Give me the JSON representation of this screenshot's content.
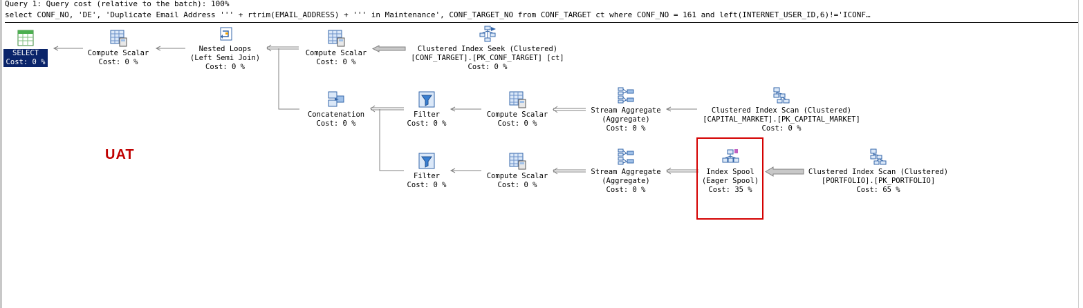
{
  "header": {
    "title": "Query 1: Query cost (relative to the batch): 100%",
    "sql": "select CONF_NO, 'DE', 'Duplicate Email Address ''' + rtrim(EMAIL_ADDRESS) + ''' in Maintenance', CONF_TARGET_NO from CONF_TARGET ct where CONF_NO = 161 and left(INTERNET_USER_ID,6)!='ICONF…"
  },
  "annotation": {
    "environment_label": "UAT",
    "color": "#c00000",
    "highlight_color": "#d40000"
  },
  "colors": {
    "selected_bg": "#0a246a",
    "selected_fg": "#ffffff",
    "edge": "#808080",
    "edge_fill": "#c8c8c8"
  },
  "nodes": [
    {
      "id": "select",
      "icon": "select-grid-icon",
      "lines": [
        "SELECT",
        "Cost: 0 %"
      ]
    },
    {
      "id": "compute-scalar-1",
      "icon": "calculator-icon",
      "lines": [
        "Compute Scalar",
        "Cost: 0 %"
      ]
    },
    {
      "id": "nested-loops",
      "icon": "nested-loops-icon",
      "lines": [
        "Nested Loops",
        "(Left Semi Join)",
        "Cost: 0 %"
      ]
    },
    {
      "id": "compute-scalar-2",
      "icon": "calculator-icon",
      "lines": [
        "Compute Scalar",
        "Cost: 0 %"
      ]
    },
    {
      "id": "clustered-index-seek",
      "icon": "index-seek-icon",
      "lines": [
        "Clustered Index Seek (Clustered)",
        "[CONF_TARGET].[PK_CONF_TARGET] [ct]",
        "Cost: 0 %"
      ]
    },
    {
      "id": "concatenation",
      "icon": "concatenation-icon",
      "lines": [
        "Concatenation",
        "Cost: 0 %"
      ]
    },
    {
      "id": "filter-1",
      "icon": "filter-icon",
      "lines": [
        "Filter",
        "Cost: 0 %"
      ]
    },
    {
      "id": "compute-scalar-3",
      "icon": "calculator-icon",
      "lines": [
        "Compute Scalar",
        "Cost: 0 %"
      ]
    },
    {
      "id": "stream-aggregate-1",
      "icon": "stream-aggregate-icon",
      "lines": [
        "Stream Aggregate",
        "(Aggregate)",
        "Cost: 0 %"
      ]
    },
    {
      "id": "clustered-index-scan-1",
      "icon": "index-scan-icon",
      "lines": [
        "Clustered Index Scan (Clustered)",
        "[CAPITAL_MARKET].[PK_CAPITAL_MARKET]",
        "Cost: 0 %"
      ]
    },
    {
      "id": "filter-2",
      "icon": "filter-icon",
      "lines": [
        "Filter",
        "Cost: 0 %"
      ]
    },
    {
      "id": "compute-scalar-4",
      "icon": "calculator-icon",
      "lines": [
        "Compute Scalar",
        "Cost: 0 %"
      ]
    },
    {
      "id": "stream-aggregate-2",
      "icon": "stream-aggregate-icon",
      "lines": [
        "Stream Aggregate",
        "(Aggregate)",
        "Cost: 0 %"
      ]
    },
    {
      "id": "index-spool",
      "icon": "index-spool-icon",
      "lines": [
        "Index Spool",
        "(Eager Spool)",
        "Cost: 35 %"
      ]
    },
    {
      "id": "clustered-index-scan-2",
      "icon": "index-scan-icon",
      "lines": [
        "Clustered Index Scan (Clustered)",
        "[PORTFOLIO].[PK_PORTFOLIO]",
        "Cost: 65 %"
      ]
    }
  ]
}
